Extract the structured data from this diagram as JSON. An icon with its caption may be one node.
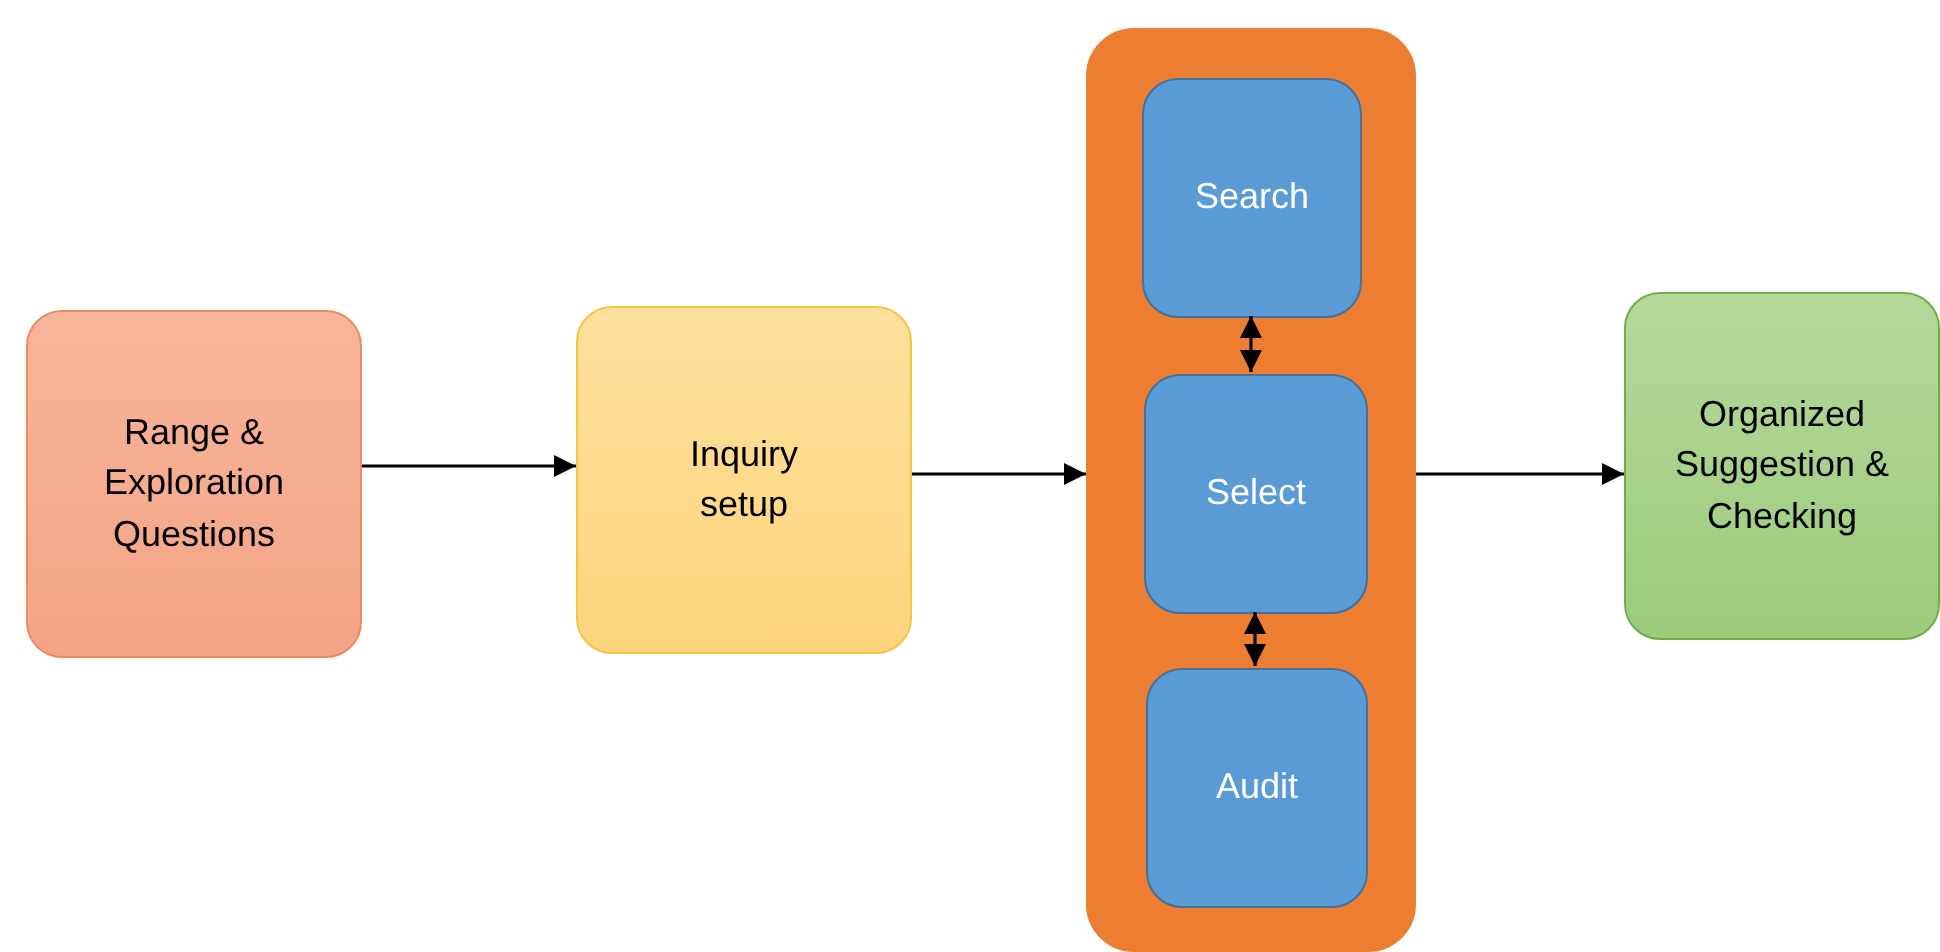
{
  "diagram": {
    "nodes": [
      {
        "text": [
          "Range & Exploration Questions"
        ]
      },
      {
        "text": [
          "Inquiry setup"
        ]
      },
      {
        "text": [],
        "shape": "box"
      },
      {
        "text": [
          "Search"
        ],
        "in": 2
      },
      {
        "text": [
          "Select"
        ],
        "in": 2
      },
      {
        "text": [
          "Audit"
        ],
        "in": 2
      },
      {
        "text": [
          "Organized Suggestion & Checking"
        ]
      }
    ],
    "edges": [
      {
        "from": 0,
        "to": 1,
        "arrow": "to"
      },
      {
        "from": 1,
        "to": 2,
        "arrow": "to"
      },
      {
        "from": 2,
        "to": 6,
        "arrow": "to"
      },
      {
        "from": 3,
        "to": 4,
        "arrow": "both"
      },
      {
        "from": 4,
        "to": 5,
        "arrow": "both"
      }
    ]
  }
}
